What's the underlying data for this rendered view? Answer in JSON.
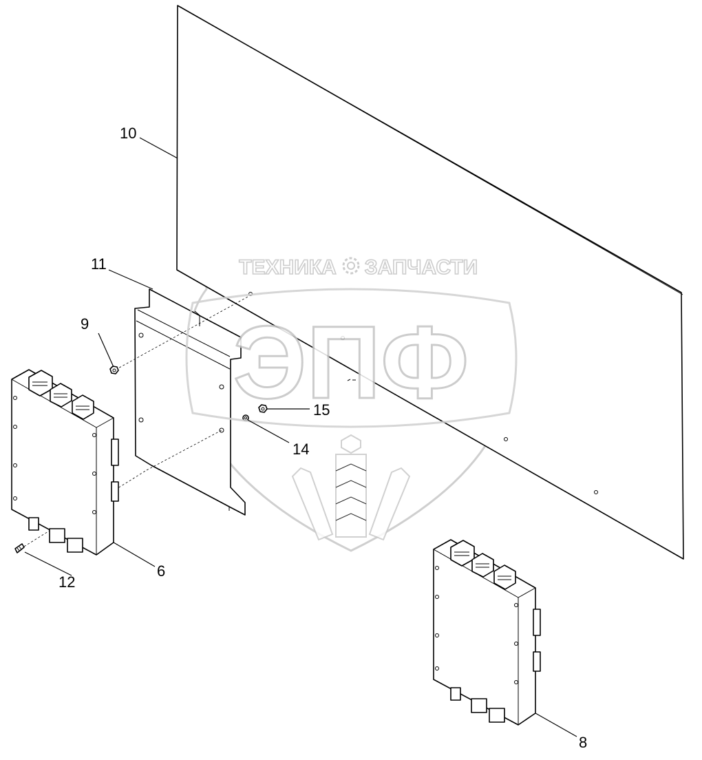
{
  "watermark": {
    "top_left": "ТЕХНИКА",
    "top_right": "ЗАПЧАСТИ",
    "monogram": "ЭПФ"
  },
  "callouts": [
    {
      "id": "c6",
      "label": "6"
    },
    {
      "id": "c8",
      "label": "8"
    },
    {
      "id": "c9",
      "label": "9"
    },
    {
      "id": "c10",
      "label": "10"
    },
    {
      "id": "c11",
      "label": "11"
    },
    {
      "id": "c12",
      "label": "12"
    },
    {
      "id": "c14",
      "label": "14"
    },
    {
      "id": "c15",
      "label": "15"
    }
  ],
  "icons": [
    "gear-icon",
    "wheat-ears-icon",
    "shield-emblem-icon"
  ]
}
